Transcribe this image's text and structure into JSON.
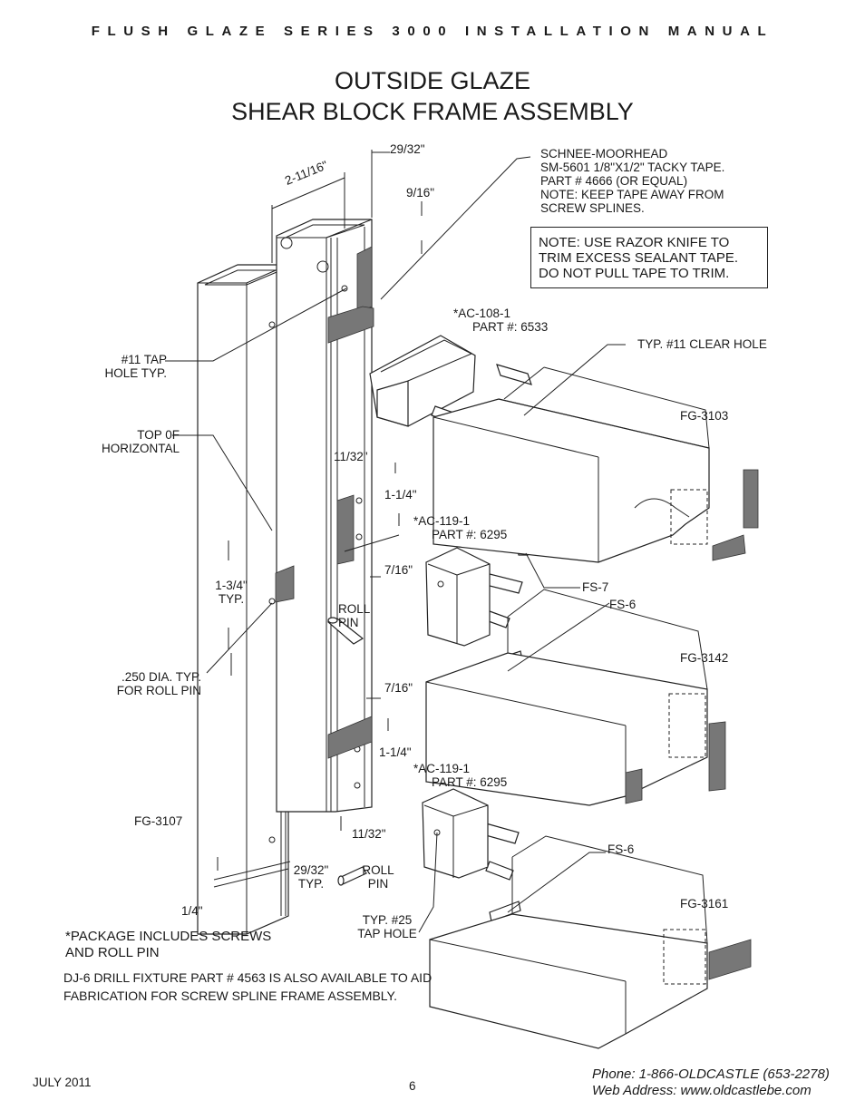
{
  "header": "FLUSH GLAZE SERIES 3000 INSTALLATION MANUAL",
  "title": [
    "OUTSIDE GLAZE",
    "SHEAR BLOCK FRAME ASSEMBLY"
  ],
  "note_box": [
    "NOTE: USE RAZOR KNIFE TO",
    "TRIM EXCESS SEALANT TAPE.",
    "DO NOT PULL TAPE TO TRIM."
  ],
  "callouts": {
    "tape": [
      "SCHNEE-MOORHEAD",
      "SM-5601  1/8\"X1/2\" TACKY TAPE.",
      "PART # 4666 (OR EQUAL)",
      "NOTE: KEEP TAPE AWAY FROM",
      "SCREW SPLINES."
    ],
    "dim_29_32": "29/32\"",
    "dim_2_11_16": "2-11/16\"",
    "dim_9_16": "9/16\"",
    "ac108": [
      "*AC-108-1",
      "PART #: 6533"
    ],
    "clear_hole": "TYP. #11 CLEAR HOLE",
    "tap_hole": [
      "#11 TAP",
      "HOLE TYP."
    ],
    "fg3103": "FG-3103",
    "top_of_horizontal": [
      "TOP 0F",
      "HORIZONTAL"
    ],
    "dim_11_32_top": "11/32\"",
    "dim_1_1_4_top": "1-1/4\"",
    "ac119_a": [
      "*AC-119-1",
      "PART #: 6295"
    ],
    "fs7": "FS-7",
    "dim_1_3_4": [
      "1-3/4\"",
      "TYP."
    ],
    "dim_7_16_a": "7/16\"",
    "roll_pin_a": [
      "ROLL",
      "PIN"
    ],
    "fs6_a": "FS-6",
    "fg3142": "FG-3142",
    "roll_pin_dia": [
      ".250 DIA. TYP.",
      "FOR ROLL PIN"
    ],
    "dim_7_16_b": "7/16\"",
    "dim_1_1_4_b": "1-1/4\"",
    "ac119_b": [
      "*AC-119-1",
      "PART #: 6295"
    ],
    "fg3107": "FG-3107",
    "dim_11_32_b": "11/32\"",
    "fs6_b": "FS-6",
    "dim_29_32_typ": [
      "29/32\"",
      "TYP."
    ],
    "roll_pin_b": [
      "ROLL",
      "PIN"
    ],
    "fg3161": "FG-3161",
    "dim_1_4": "1/4\"",
    "tap25": [
      "TYP. #25",
      "TAP HOLE"
    ]
  },
  "package_note": [
    "*PACKAGE INCLUDES SCREWS",
    "AND ROLL PIN"
  ],
  "drill_note": [
    "DJ-6 DRILL FIXTURE PART # 4563 IS ALSO AVAILABLE TO AID",
    "FABRICATION FOR SCREW SPLINE FRAME ASSEMBLY."
  ],
  "footer": {
    "date": "JULY 2011",
    "page": "6",
    "phone": "Phone: 1-866-OLDCASTLE (653-2278)",
    "web": "Web Address: www.oldcastlebe.com"
  }
}
